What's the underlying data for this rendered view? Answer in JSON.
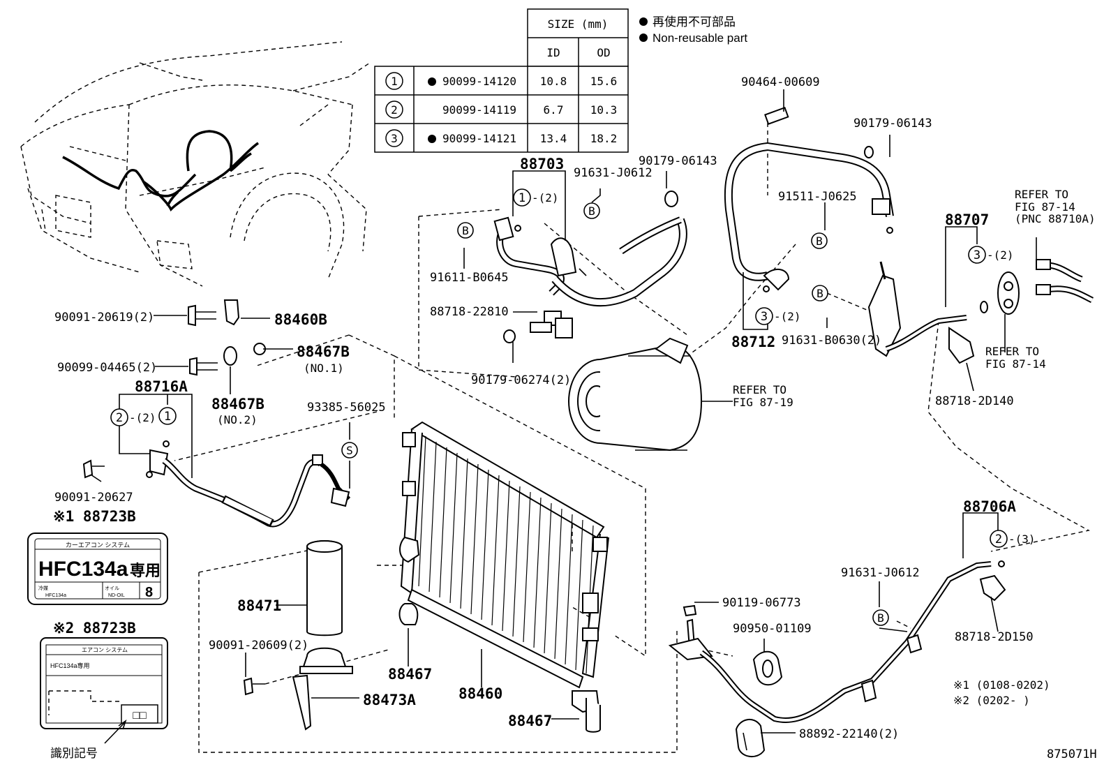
{
  "size_table": {
    "header_size": "SIZE (mm)",
    "header_id": "ID",
    "header_od": "OD",
    "rows": [
      {
        "no": "1",
        "part": "90099-14120",
        "id": "10.8",
        "od": "15.6",
        "non_reusable": true
      },
      {
        "no": "2",
        "part": "90099-14119",
        "id": "6.7",
        "od": "10.3",
        "non_reusable": false
      },
      {
        "no": "3",
        "part": "90099-14121",
        "id": "13.4",
        "od": "18.2",
        "non_reusable": true
      }
    ]
  },
  "legend": {
    "jp": "再使用不可部品",
    "en": "Non-reusable part"
  },
  "parts": {
    "p90464": "90464-00609",
    "p90179a": "90179-06143",
    "p90179b": "90179-06143",
    "p88703": "88703",
    "p91631a": "91631-J0612",
    "p91511": "91511-J0625",
    "p91611": "91611-B0645",
    "p88718a": "88718-22810",
    "p90179c": "90179-06274(2)",
    "p88712": "88712",
    "p88707": "88707",
    "p91631b": "91631-B0630(2)",
    "p88718b": "88718-2D140",
    "p90091a": "90091-20619(2)",
    "p88460b": "88460B",
    "p90099": "90099-04465(2)",
    "p88467b1": "88467B",
    "p88467b1note": "(NO.1)",
    "p88467b2": "88467B",
    "p88467b2note": "(NO.2)",
    "p88716a": "88716A",
    "p93385": "93385-56025",
    "p90091b": "90091-20627",
    "p88723b1": "※1 88723B",
    "p88723b2": "※2 88723B",
    "p88471": "88471",
    "p90091c": "90091-20609(2)",
    "p88467a": "88467",
    "p88460": "88460",
    "p88473a": "88473A",
    "p88467c": "88467",
    "p90119": "90119-06773",
    "p90950": "90950-01109",
    "p91631c": "91631-J0612",
    "p88706a": "88706A",
    "p88718c": "88718-2D150",
    "p88892": "88892-22140(2)",
    "ring1": "1",
    "ring2": "2",
    "ring3": "3",
    "qty2": "-(2)",
    "qty3": "-(3)",
    "b": "B",
    "s": "S"
  },
  "refers": {
    "r1_a": "REFER TO",
    "r1_b": "FIG 87-14",
    "r1_c": "(PNC 88710A)",
    "r2_a": "REFER TO",
    "r2_b": "FIG 87-14",
    "r3_a": "REFER TO",
    "r3_b": "FIG 87-19"
  },
  "label1": {
    "top": "カーエアコン システム",
    "main": "HFC134a",
    "kanji": "専用",
    "left_small": "冷媒",
    "left_small2": "HFC134a",
    "mid_small": "オイル",
    "mid_small2": "ND-OIL",
    "num": "8"
  },
  "label2": {
    "top": "エアコン システム",
    "main": "HFC134a専用",
    "boxes": "□□"
  },
  "id_mark": "識別記号",
  "dates": {
    "d1": "※1 (0108‑0202)",
    "d2": "※2 (0202‑        )"
  },
  "fig_no": "875071H",
  "colors": {
    "ink": "#000000",
    "paper": "#ffffff"
  }
}
